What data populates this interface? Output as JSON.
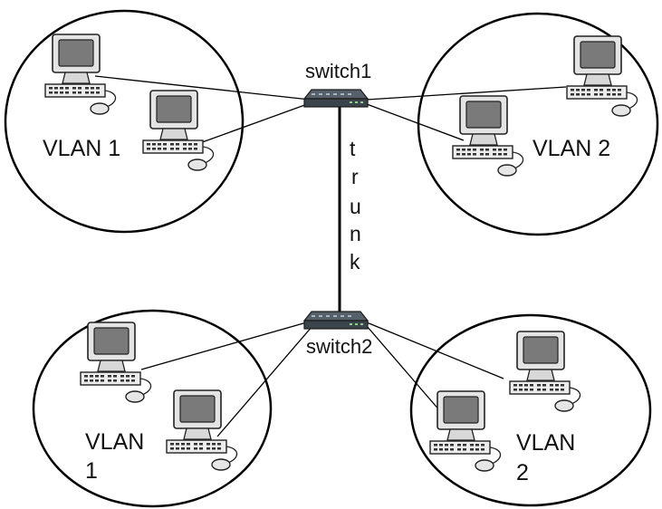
{
  "switches": [
    {
      "id": "switch1",
      "label": "switch1"
    },
    {
      "id": "switch2",
      "label": "switch2"
    }
  ],
  "link": {
    "label": "trunk",
    "letters": [
      "t",
      "r",
      "u",
      "n",
      "k"
    ]
  },
  "vlans": [
    {
      "id": "top-left",
      "lines": [
        "VLAN 1"
      ],
      "computers": 2
    },
    {
      "id": "top-right",
      "lines": [
        "VLAN 2"
      ],
      "computers": 2
    },
    {
      "id": "bottom-left",
      "lines": [
        "VLAN",
        "1"
      ],
      "computers": 2
    },
    {
      "id": "bottom-right",
      "lines": [
        "VLAN",
        "2"
      ],
      "computers": 2
    }
  ],
  "icons": [
    "computer-icon",
    "switch-icon",
    "mouse-icon",
    "keyboard-icon"
  ]
}
